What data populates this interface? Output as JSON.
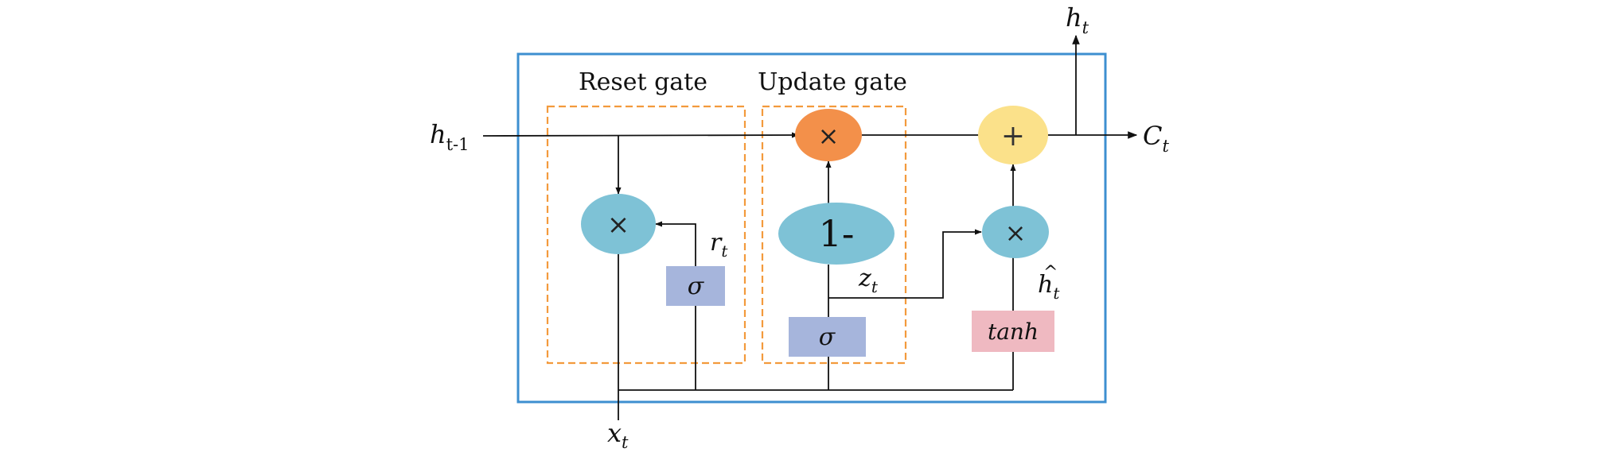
{
  "colors": {
    "frame": "#3d8fd0",
    "gate_box": "#f39a3c",
    "arrow": "#111111",
    "op_blue": "#7ec2d6",
    "op_orange": "#f3904a",
    "op_yellow": "#fbe18a",
    "sigma_box": "#a6b5dc",
    "tanh_box": "#efb9c1"
  },
  "labels": {
    "reset_gate": "Reset gate",
    "update_gate": "Update gate"
  },
  "variables": {
    "h_prev_base": "h",
    "h_prev_sub": "t-1",
    "h_out_base": "h",
    "h_out_sub": "t",
    "c_out_base": "C",
    "c_out_sub": "t",
    "x_in_base": "x",
    "x_in_sub": "t",
    "r_base": "r",
    "r_sub": "t",
    "z_base": "z",
    "z_sub": "t",
    "hcand_base": "h",
    "hcand_hat": "^",
    "hcand_sub": "t"
  },
  "operators": {
    "multiply": "×",
    "add": "+",
    "one_minus": "1-",
    "sigma": "σ",
    "tanh": "tanh"
  }
}
